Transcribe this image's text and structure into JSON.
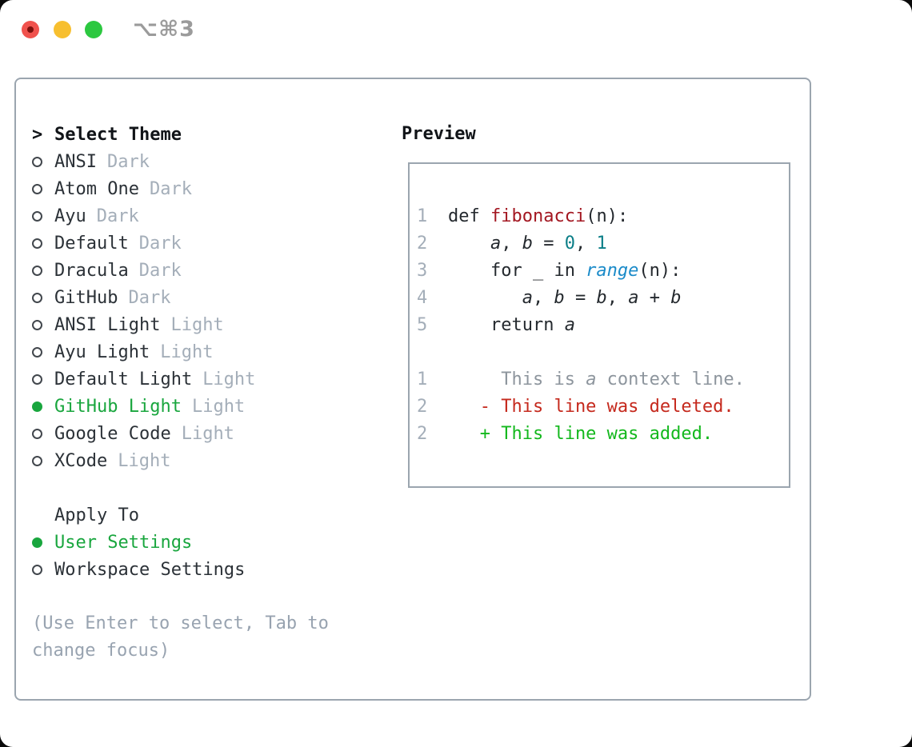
{
  "window": {
    "shortcut_label": "⌥⌘3",
    "traffic_lights": [
      {
        "name": "close",
        "color": "#f0524d"
      },
      {
        "name": "minimize",
        "color": "#f7bf2f"
      },
      {
        "name": "zoom",
        "color": "#2cc840"
      }
    ]
  },
  "theme_picker": {
    "prompt": ">",
    "title": "Select Theme",
    "items": [
      {
        "name": "ANSI",
        "tag": "Dark",
        "selected": false
      },
      {
        "name": "Atom One",
        "tag": "Dark",
        "selected": false
      },
      {
        "name": "Ayu",
        "tag": "Dark",
        "selected": false
      },
      {
        "name": "Default",
        "tag": "Dark",
        "selected": false
      },
      {
        "name": "Dracula",
        "tag": "Dark",
        "selected": false
      },
      {
        "name": "GitHub",
        "tag": "Dark",
        "selected": false
      },
      {
        "name": "ANSI Light",
        "tag": "Light",
        "selected": false
      },
      {
        "name": "Ayu Light",
        "tag": "Light",
        "selected": false
      },
      {
        "name": "Default Light",
        "tag": "Light",
        "selected": false
      },
      {
        "name": "GitHub Light",
        "tag": "Light",
        "selected": true
      },
      {
        "name": "Google Code",
        "tag": "Light",
        "selected": false
      },
      {
        "name": "XCode",
        "tag": "Light",
        "selected": false
      }
    ]
  },
  "apply_to": {
    "title": "Apply To",
    "options": [
      {
        "name": "User Settings",
        "selected": true
      },
      {
        "name": "Workspace Settings",
        "selected": false
      }
    ]
  },
  "hint": "(Use Enter to select, Tab to change focus)",
  "preview": {
    "title": "Preview",
    "lines": [
      {
        "num": "1",
        "segments": [
          {
            "t": "def ",
            "c": "fg"
          },
          {
            "t": "fibonacci",
            "c": "red"
          },
          {
            "t": "(n):",
            "c": "fg"
          }
        ]
      },
      {
        "num": "2",
        "segments": [
          {
            "t": "    ",
            "c": "fg"
          },
          {
            "t": "a",
            "c": "fg",
            "i": true
          },
          {
            "t": ", ",
            "c": "fg"
          },
          {
            "t": "b",
            "c": "fg",
            "i": true
          },
          {
            "t": " = ",
            "c": "fg"
          },
          {
            "t": "0",
            "c": "teal"
          },
          {
            "t": ", ",
            "c": "fg"
          },
          {
            "t": "1",
            "c": "teal"
          }
        ]
      },
      {
        "num": "3",
        "segments": [
          {
            "t": "    for _ in ",
            "c": "fg"
          },
          {
            "t": "range",
            "c": "blue",
            "i": true
          },
          {
            "t": "(n):",
            "c": "fg"
          }
        ]
      },
      {
        "num": "4",
        "segments": [
          {
            "t": "       ",
            "c": "fg"
          },
          {
            "t": "a",
            "c": "fg",
            "i": true
          },
          {
            "t": ", ",
            "c": "fg"
          },
          {
            "t": "b",
            "c": "fg",
            "i": true
          },
          {
            "t": " = ",
            "c": "fg"
          },
          {
            "t": "b",
            "c": "fg",
            "i": true
          },
          {
            "t": ", ",
            "c": "fg"
          },
          {
            "t": "a",
            "c": "fg",
            "i": true
          },
          {
            "t": " + ",
            "c": "fg"
          },
          {
            "t": "b",
            "c": "fg",
            "i": true
          }
        ]
      },
      {
        "num": "5",
        "segments": [
          {
            "t": "    return ",
            "c": "fg"
          },
          {
            "t": "a",
            "c": "fg",
            "i": true
          }
        ]
      },
      {
        "num": "",
        "segments": []
      },
      {
        "num": "1",
        "segments": [
          {
            "t": "     This is ",
            "c": "muted"
          },
          {
            "t": "a",
            "c": "muted",
            "i": true
          },
          {
            "t": " context line.",
            "c": "muted"
          }
        ]
      },
      {
        "num": "2",
        "segments": [
          {
            "t": "   - This line was deleted.",
            "c": "del"
          }
        ]
      },
      {
        "num": "2",
        "segments": [
          {
            "t": "   + This line was added.",
            "c": "add"
          }
        ]
      }
    ]
  },
  "colors": {
    "accent_green": "#19a63e",
    "added_green": "#13b81d",
    "deleted_red": "#c5291d",
    "function_red": "#a31721",
    "number_teal": "#0b7e87",
    "builtin_blue": "#1b8bc9",
    "muted_gray": "#a4aeb9",
    "hint_gray": "#98a3b0",
    "border_gray": "#9ba5af",
    "text": "#24292e"
  }
}
